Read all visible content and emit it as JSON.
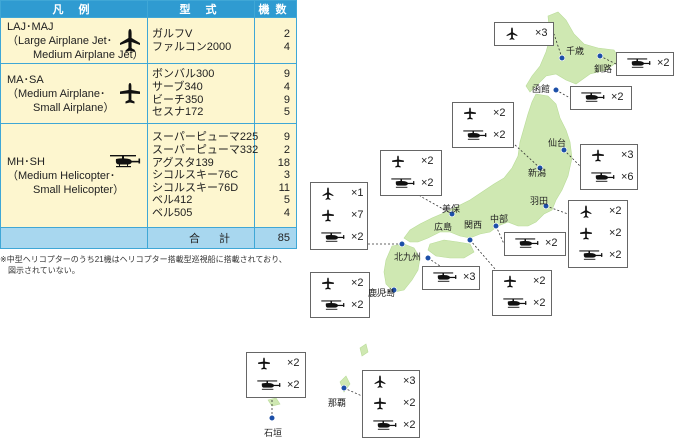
{
  "legend": {
    "headers": [
      "凡 例",
      "型 式",
      "機数"
    ],
    "categories": [
      {
        "lines": [
          "LAJ･MAJ",
          "（Large Airplane Jet･",
          "Medium Airplane Jet）"
        ],
        "icon": "jet-icon",
        "types": [
          "ガルフV",
          "ファルコン2000"
        ],
        "counts": [
          "2",
          "4"
        ]
      },
      {
        "lines": [
          "MA･SA",
          "（Medium Airplane･",
          "Small Airplane）"
        ],
        "icon": "prop-airplane-icon",
        "types": [
          "ボンバル300",
          "サーブ340",
          "ビーチ350",
          "セスナ172"
        ],
        "counts": [
          "9",
          "4",
          "9",
          "5"
        ]
      },
      {
        "lines": [
          "MH･SH",
          "（Medium Helicopter･",
          "Small Helicopter）"
        ],
        "icon": "helicopter-icon",
        "types": [
          "スーパーピューマ225",
          "スーパーピューマ332",
          "アグスタ139",
          "シコルスキー76C",
          "シコルスキー76D",
          "ベル412",
          "ベル505"
        ],
        "counts": [
          "9",
          "2",
          "18",
          "3",
          "11",
          "5",
          "4"
        ]
      }
    ],
    "total_label": "合 計",
    "total_value": "85"
  },
  "note": {
    "line1": "※中型ヘリコプターのうち21機はヘリコプター搭載型巡視船に搭載されており、",
    "line2": "図示されていない。"
  },
  "colors": {
    "header": "#2f9bd1",
    "body": "#fdf6cf",
    "total": "#a8d7ef",
    "land": "#cfe8b2",
    "dot": "#1c4fa8"
  },
  "bases": [
    {
      "name": "千歳",
      "rows": [
        {
          "icon": "jet-icon",
          "count": "×3"
        }
      ]
    },
    {
      "name": "釧路",
      "rows": [
        {
          "icon": "helicopter-icon",
          "count": "×2"
        }
      ]
    },
    {
      "name": "函館",
      "rows": [
        {
          "icon": "helicopter-icon",
          "count": "×2"
        }
      ]
    },
    {
      "name": "新潟",
      "rows": [
        {
          "icon": "prop-airplane-icon",
          "count": "×2"
        },
        {
          "icon": "helicopter-icon",
          "count": "×2"
        }
      ]
    },
    {
      "name": "仙台",
      "rows": [
        {
          "icon": "prop-airplane-icon",
          "count": "×3"
        },
        {
          "icon": "helicopter-icon",
          "count": "×6"
        }
      ]
    },
    {
      "name": "美保",
      "rows": [
        {
          "icon": "prop-airplane-icon",
          "count": "×2"
        },
        {
          "icon": "helicopter-icon",
          "count": "×2"
        }
      ]
    },
    {
      "name": "北九州",
      "rows": [
        {
          "icon": "jet-icon",
          "count": "×1"
        },
        {
          "icon": "prop-airplane-icon",
          "count": "×7"
        },
        {
          "icon": "helicopter-icon",
          "count": "×2"
        }
      ]
    },
    {
      "name": "羽田",
      "rows": [
        {
          "icon": "jet-icon",
          "count": "×2"
        },
        {
          "icon": "prop-airplane-icon",
          "count": "×2"
        },
        {
          "icon": "helicopter-icon",
          "count": "×2"
        }
      ]
    },
    {
      "name": "中部",
      "rows": [
        {
          "icon": "helicopter-icon",
          "count": "×2"
        }
      ]
    },
    {
      "name": "広島",
      "rows": [
        {
          "icon": "helicopter-icon",
          "count": "×3"
        }
      ]
    },
    {
      "name": "関西",
      "rows": [
        {
          "icon": "prop-airplane-icon",
          "count": "×2"
        },
        {
          "icon": "helicopter-icon",
          "count": "×2"
        }
      ]
    },
    {
      "name": "鹿児島",
      "rows": [
        {
          "icon": "prop-airplane-icon",
          "count": "×2"
        },
        {
          "icon": "helicopter-icon",
          "count": "×2"
        }
      ]
    },
    {
      "name": "石垣",
      "rows": [
        {
          "icon": "prop-airplane-icon",
          "count": "×2"
        },
        {
          "icon": "helicopter-icon",
          "count": "×2"
        }
      ]
    },
    {
      "name": "那覇",
      "rows": [
        {
          "icon": "jet-icon",
          "count": "×3"
        },
        {
          "icon": "prop-airplane-icon",
          "count": "×2"
        },
        {
          "icon": "helicopter-icon",
          "count": "×2"
        }
      ]
    }
  ]
}
